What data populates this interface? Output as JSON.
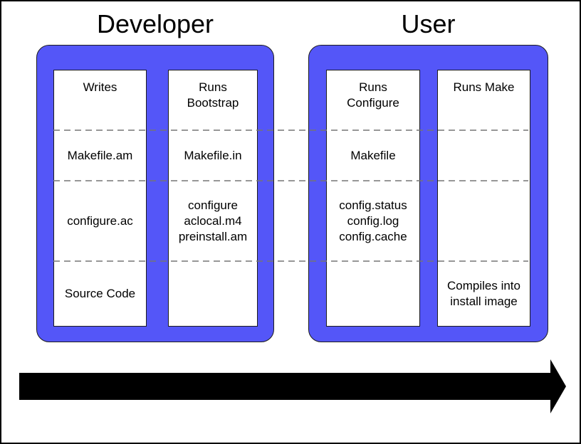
{
  "titles": {
    "developer": "Developer",
    "user": "User"
  },
  "colors": {
    "panel_blue": "#5456f8",
    "dash_gray": "#757575",
    "arrow_black": "#000000"
  },
  "developer_panel": {
    "writes_column": {
      "s1": [
        "Writes"
      ],
      "s2": [
        "Makefile.am"
      ],
      "s3": [
        "configure.ac"
      ],
      "s4": [
        "Source Code"
      ]
    },
    "bootstrap_column": {
      "s1": [
        "Runs",
        "Bootstrap"
      ],
      "s2": [
        "Makefile.in"
      ],
      "s3": [
        "configure",
        "aclocal.m4",
        "preinstall.am"
      ],
      "s4": []
    }
  },
  "user_panel": {
    "configure_column": {
      "s1": [
        "Runs",
        "Configure"
      ],
      "s2": [
        "Makefile"
      ],
      "s3": [
        "config.status",
        "config.log",
        "config.cache"
      ],
      "s4": []
    },
    "make_column": {
      "s1": [
        "Runs Make"
      ],
      "s2": [],
      "s3": [],
      "s4": [
        "Compiles into",
        "install image"
      ]
    }
  }
}
